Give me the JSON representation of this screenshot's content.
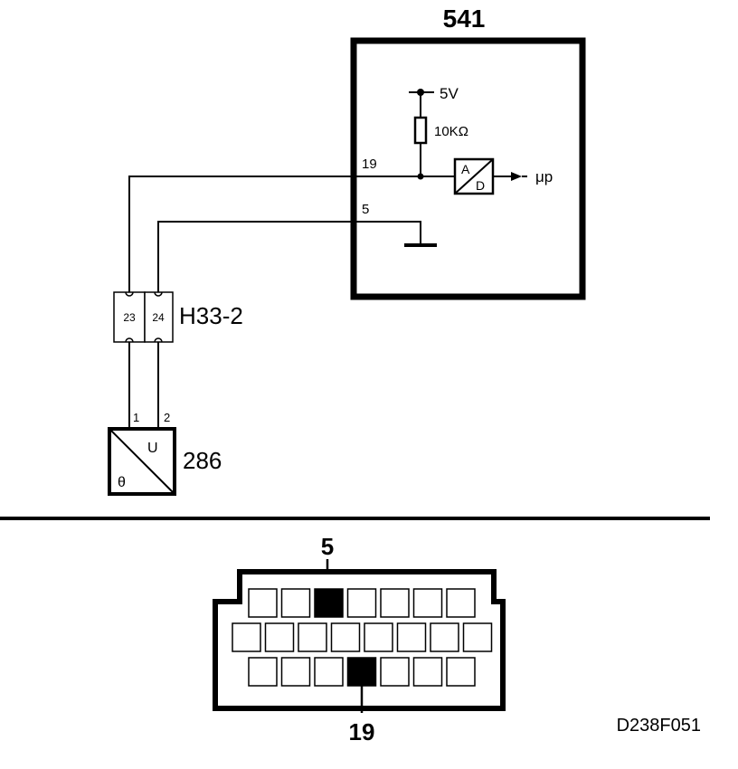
{
  "ecu": {
    "label": "541",
    "supply": "5V",
    "resistor": "10KΩ",
    "pin_signal": "19",
    "pin_ground": "5",
    "adc_top": "A",
    "adc_bottom": "D",
    "output": "μp"
  },
  "connector": {
    "label": "H33-2",
    "pin_a": "23",
    "pin_b": "24"
  },
  "sensor": {
    "label": "286",
    "pin_1": "1",
    "pin_2": "2",
    "symbol_u": "U",
    "symbol_theta": "θ"
  },
  "plug": {
    "top_pin": "5",
    "bottom_pin": "19",
    "top_row_count": 7,
    "middle_row_count": 8,
    "bottom_row_count": 7,
    "top_highlight_index": 2,
    "bottom_highlight_index": 3
  },
  "code": "D238F051",
  "colors": {
    "ink": "#000000",
    "paper": "#ffffff"
  }
}
